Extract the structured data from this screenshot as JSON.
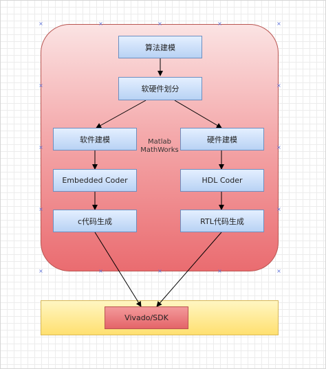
{
  "diagram": {
    "center_label": {
      "line1": "Matlab",
      "line2": "MathWorks"
    },
    "nodes": {
      "algorithm_modeling": "算法建模",
      "hw_sw_partition": "软硬件划分",
      "software_modeling": "软件建模",
      "hardware_modeling": "硬件建模",
      "embedded_coder": "Embedded Coder",
      "hdl_coder": "HDL Coder",
      "c_code_gen": "c代码生成",
      "rtl_code_gen": "RTL代码生成",
      "vivado_sdk": "Vivado/SDK"
    },
    "colors": {
      "container_fill_top": "#fbe3e3",
      "container_fill_bottom": "#ea6c70",
      "node_fill": "#b8d2f4",
      "node_border": "#6c8ebf",
      "target_fill": "#e46468",
      "band_fill": "#ffe070",
      "edge": "#000000"
    }
  }
}
